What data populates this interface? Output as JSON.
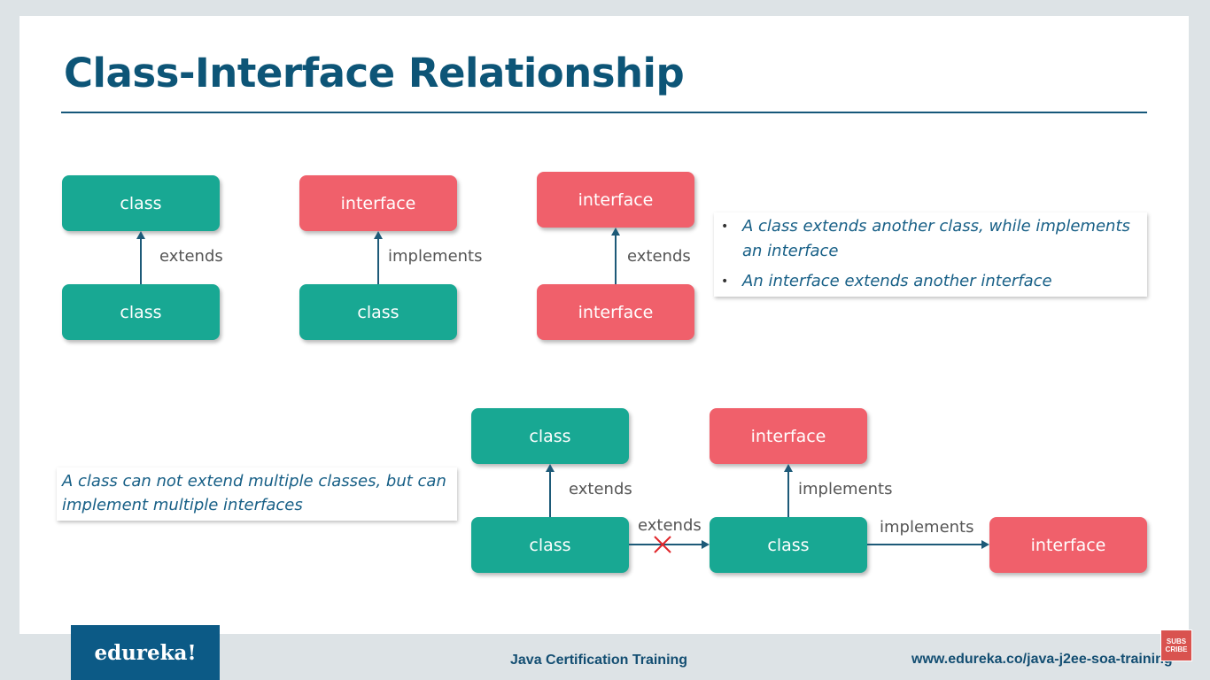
{
  "slide": {
    "title": "Class-Interface Relationship"
  },
  "diagram1": {
    "top": "class",
    "bottom": "class",
    "relation": "extends"
  },
  "diagram2": {
    "top": "interface",
    "bottom": "class",
    "relation": "implements"
  },
  "diagram3": {
    "top": "interface",
    "bottom": "interface",
    "relation": "extends"
  },
  "notes": {
    "bullets": [
      "A class extends another class, while implements an interface",
      "An interface extends another interface"
    ],
    "multiple": "A class can not extend multiple classes, but can implement multiple interfaces"
  },
  "diagram4": {
    "top_left": "class",
    "top_middle": "interface",
    "bottom_left": "class",
    "bottom_middle": "class",
    "bottom_right": "interface",
    "rel_left_up": "extends",
    "rel_middle_up": "implements",
    "rel_left_right": "extends",
    "rel_middle_right": "implements"
  },
  "footer": {
    "logo": "edureka!",
    "course": "Java Certification Training",
    "url": "www.edureka.co/java-j2ee-soa-training",
    "subscribe_line1": "SUBS",
    "subscribe_line2": "CRIBE"
  },
  "colors": {
    "teal": "#18a893",
    "coral": "#f0606b",
    "navy": "#0d5577"
  },
  "icons": {
    "blocked": "cross-icon"
  }
}
